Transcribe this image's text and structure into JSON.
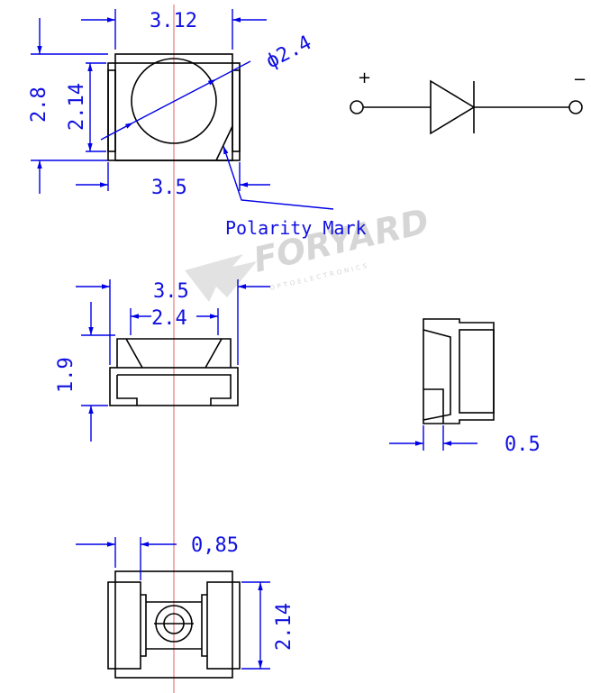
{
  "top_view": {
    "width_label": "3.12",
    "height_label": "2.8",
    "inner_height_label": "2.14",
    "lens_diameter_label": "ϕ2.4",
    "overall_width_label": "3.5",
    "polarity_label": "Polarity Mark"
  },
  "side_view": {
    "width_label": "3.5",
    "inner_width_label": "2.4",
    "height_label": "1.9"
  },
  "end_view": {
    "thickness_label": "0.5"
  },
  "bottom_view": {
    "offset_label": "0,85",
    "pad_height_label": "2.14"
  },
  "symbol": {
    "anode_label": "+",
    "cathode_label": "−"
  },
  "watermark": {
    "brand": "FORYARD",
    "tagline": "OPTOELECTRONICS"
  },
  "colors": {
    "dimension": "#0000e6",
    "outline": "#000000",
    "centerline": "#e05050",
    "watermark": "#d6d6d6"
  }
}
